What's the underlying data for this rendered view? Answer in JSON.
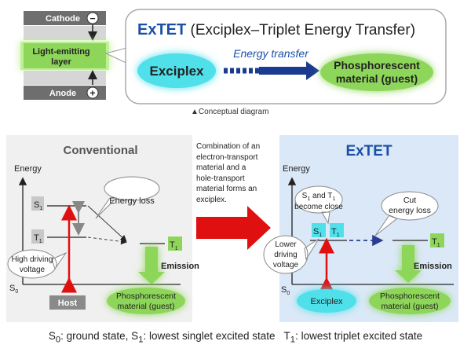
{
  "device": {
    "cathode": "Cathode",
    "emitting_line1": "Light-emitting",
    "emitting_line2": "layer",
    "anode": "Anode",
    "minus": "−",
    "plus": "+"
  },
  "concept": {
    "title_bold": "ExTET",
    "title_rest": " (Exciplex–Triplet Energy Transfer)",
    "exciplex": "Exciplex",
    "transfer": "Energy transfer",
    "guest_line1": "Phosphorescent",
    "guest_line2": "material (guest)",
    "caption_mark": "▲",
    "caption": "Conceptual diagram"
  },
  "conventional": {
    "title": "Conventional",
    "energy": "Energy",
    "s1": "S",
    "t1": "T",
    "s0": "S",
    "t1_guest": "T",
    "energy_loss": "Energy loss",
    "high_line1": "High driving",
    "high_line2": "voltage",
    "emission": "Emission",
    "host": "Host",
    "guest_line1": "Phosphorescent",
    "guest_line2": "material (guest)"
  },
  "middle": {
    "line1": "Combination of an",
    "line2": "electron-transport",
    "line3": "material and a",
    "line4": "hole-transport",
    "line5": "material forms an",
    "line6": "exciplex."
  },
  "extet": {
    "title": "ExTET",
    "energy": "Energy",
    "close_line1": "S",
    "close_mid1": " and T",
    "close_line2": "become close",
    "cut_line1": "Cut",
    "cut_line2": "energy loss",
    "lower_line1": "Lower",
    "lower_line2": "driving",
    "lower_line3": "voltage",
    "s1": "S",
    "t1": "T",
    "t1_guest": "T",
    "s0": "S",
    "emission": "Emission",
    "exciplex": "Exciplex",
    "guest_line1": "Phosphorescent",
    "guest_line2": "material (guest)"
  },
  "footer": {
    "s0": "S",
    "s0_text": ": ground state, S",
    "s1_text": ": lowest singlet excited state   T",
    "t1_text": ": lowest triplet excited state",
    "sub0": "0",
    "sub1": "1"
  },
  "colors": {
    "green": "#8ed65a",
    "cyan": "#4fe0ea",
    "blue_text": "#1a4fa8",
    "red": "#e01010",
    "panel_left": "#f0f0f0",
    "panel_right": "#dbe8f7"
  }
}
